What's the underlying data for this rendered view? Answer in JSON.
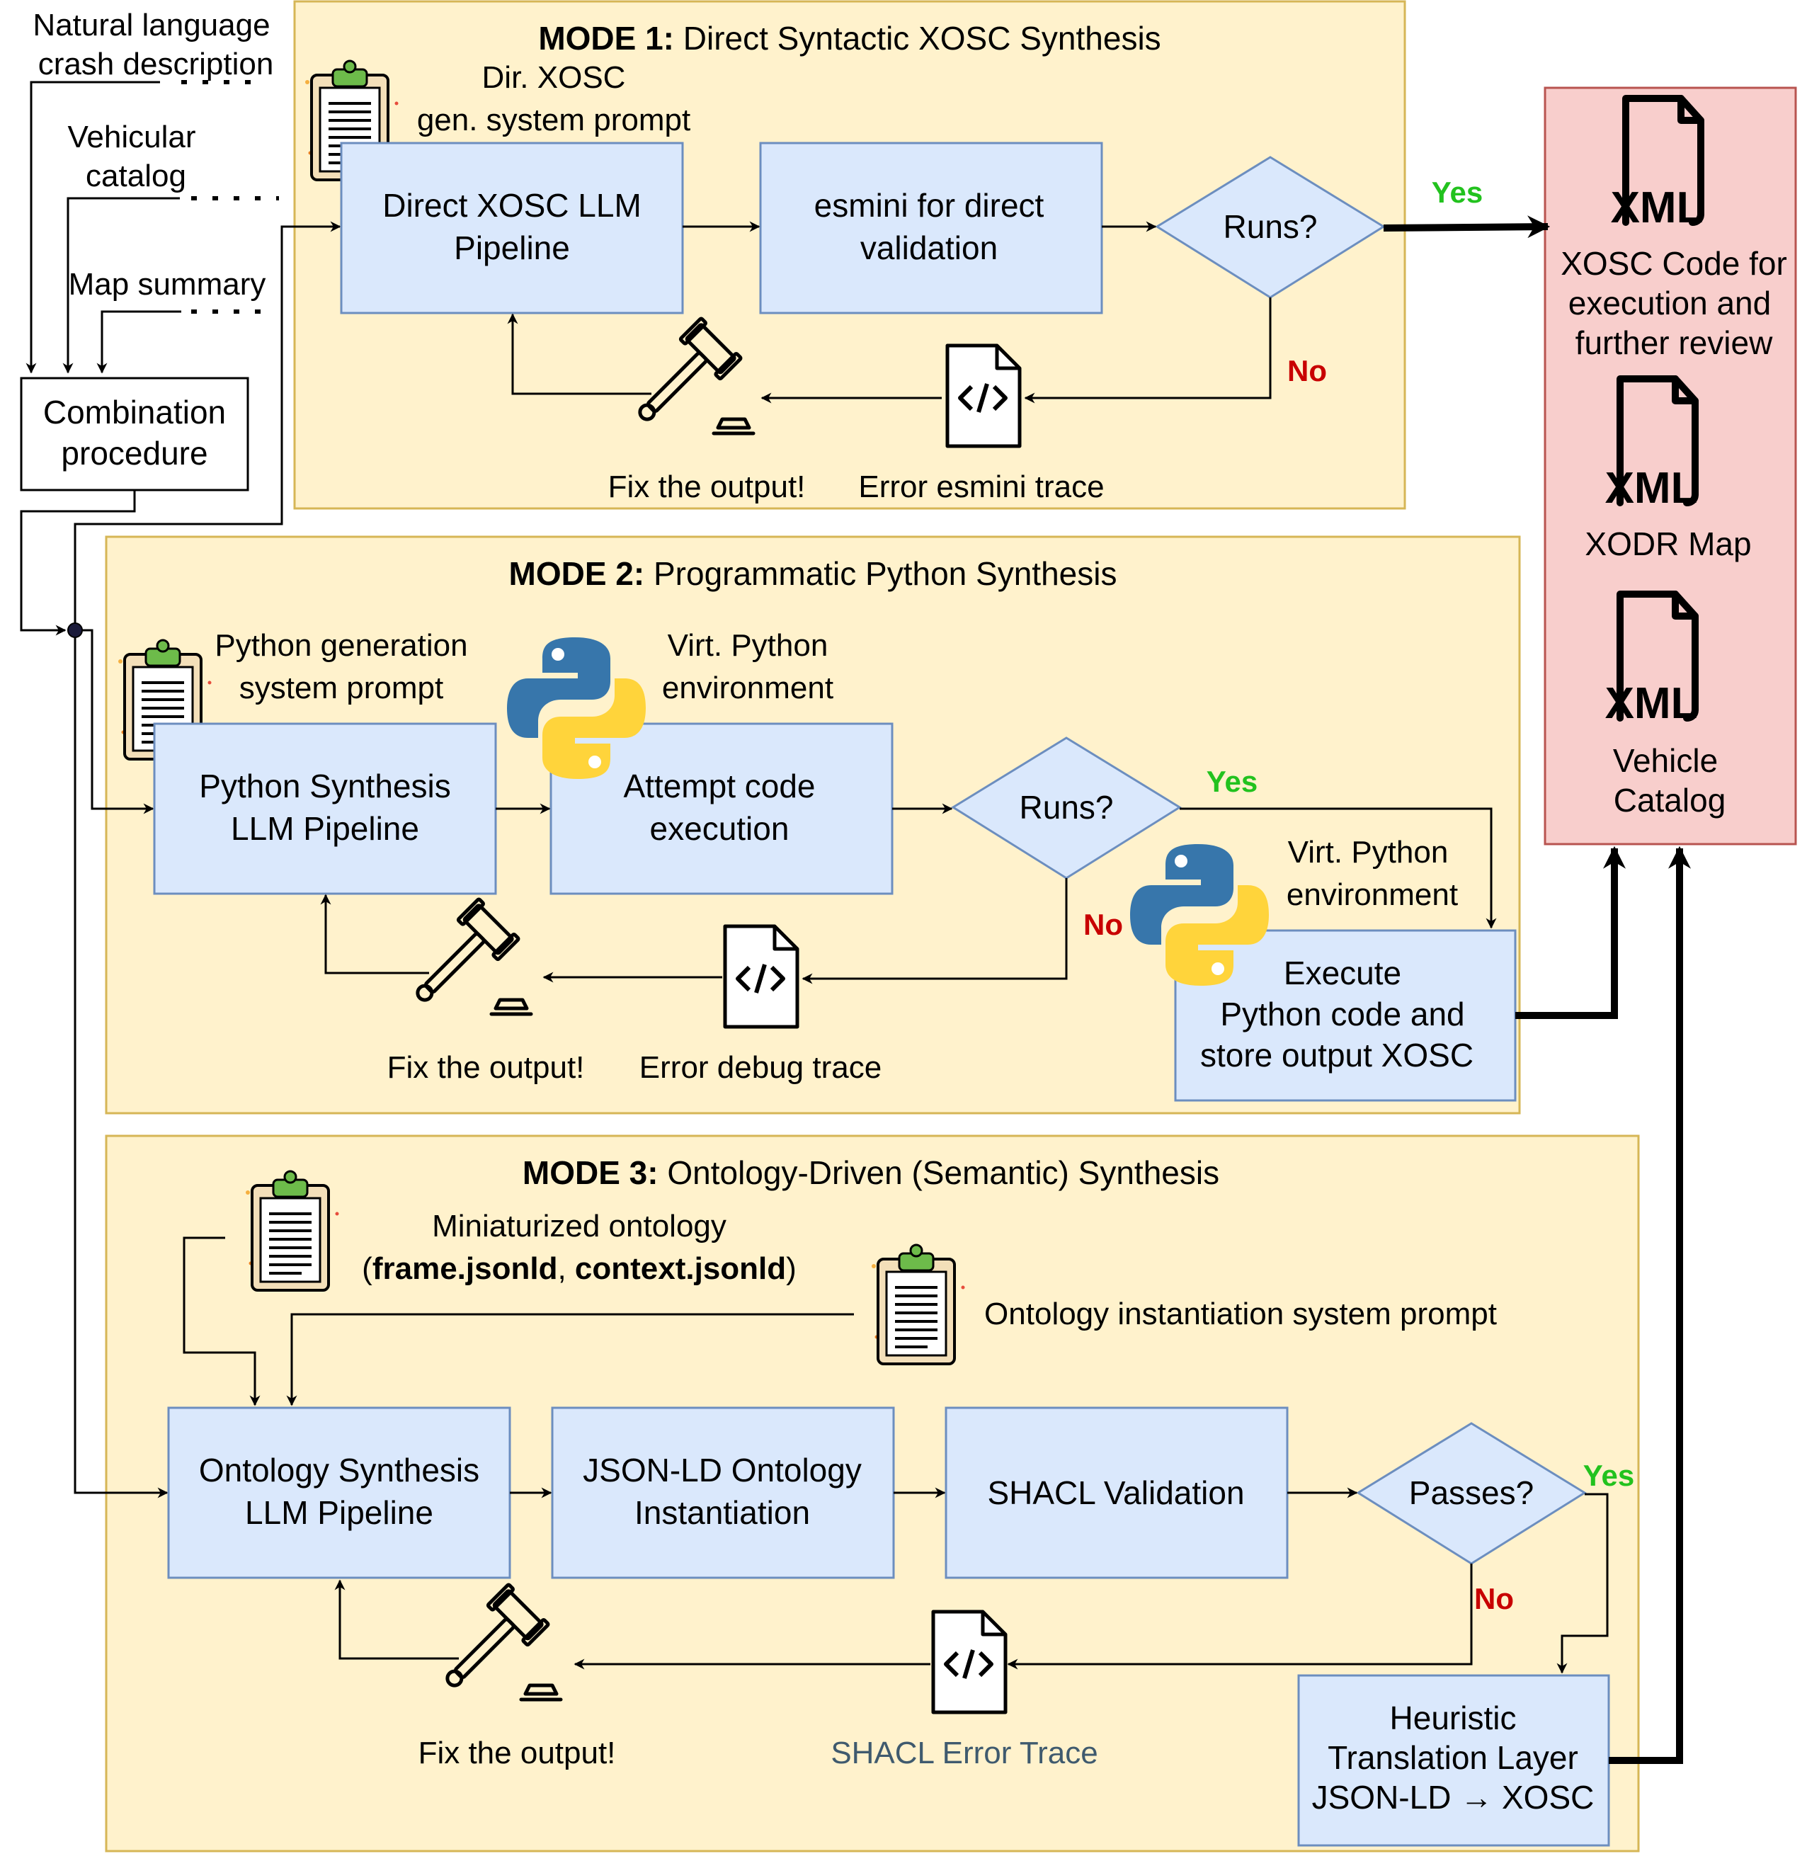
{
  "inputs": {
    "crash_description": [
      "Natural language",
      "crash description"
    ],
    "vehicular_catalog": [
      "Vehicular",
      "catalog"
    ],
    "map_summary": "Map summary",
    "combination_procedure": [
      "Combination",
      "procedure"
    ]
  },
  "mode1": {
    "title_bold": "MODE 1:",
    "title_rest": " Direct Syntactic XOSC Synthesis",
    "prompt_label": [
      "Dir. XOSC",
      "gen. system prompt"
    ],
    "pipeline": [
      "Direct XOSC LLM",
      "Pipeline"
    ],
    "validation": [
      "esmini for direct",
      "validation"
    ],
    "decision": "Runs?",
    "yes": "Yes",
    "no": "No",
    "fix_label": "Fix the output!",
    "error_label": "Error esmini trace"
  },
  "mode2": {
    "title_bold": "MODE 2:",
    "title_rest": " Programmatic Python Synthesis",
    "prompt_label": [
      "Python generation",
      "system prompt"
    ],
    "pipeline": [
      "Python Synthesis",
      "LLM Pipeline"
    ],
    "venv_label_1": [
      "Virt. Python",
      "environment"
    ],
    "attempt": [
      "Attempt code",
      "execution"
    ],
    "decision": "Runs?",
    "yes": "Yes",
    "no": "No",
    "venv_label_2": [
      "Virt. Python",
      "environment"
    ],
    "execute": [
      "Execute",
      "Python code and",
      "store output XOSC"
    ],
    "fix_label": "Fix the output!",
    "error_label": "Error debug trace"
  },
  "mode3": {
    "title_bold": "MODE 3:",
    "title_rest": " Ontology-Driven (Semantic) Synthesis",
    "ontology_label_1": "Miniaturized ontology",
    "ontology_label_2": {
      "open": "(",
      "frame": "frame.jsonld",
      "sep": ", ",
      "context": "context.jsonld",
      "close": ")"
    },
    "inst_prompt_label": "Ontology instantiation system prompt",
    "pipeline": [
      "Ontology Synthesis",
      "LLM Pipeline"
    ],
    "jsonld": [
      "JSON-LD Ontology",
      "Instantiation"
    ],
    "shacl": "SHACL Validation",
    "decision": "Passes?",
    "yes": "Yes",
    "no": "No",
    "heuristic": [
      "Heuristic",
      "Translation Layer",
      "JSON-LD → XOSC"
    ],
    "fix_label": "Fix the output!",
    "error_label": "SHACL Error Trace"
  },
  "outputs": {
    "xml_badge": "XML",
    "xosc": [
      "XOSC Code for",
      "execution and",
      "further review"
    ],
    "xodr": "XODR Map",
    "catalog": [
      "Vehicle",
      "Catalog"
    ]
  },
  "colors": {
    "mode_fill": "#fff2cc",
    "mode_stroke": "#d6b656",
    "box_fill": "#dae8fc",
    "box_stroke": "#6c8ebf",
    "output_fill": "#f8cecc",
    "output_stroke": "#b85450",
    "yes": "#22c21e",
    "no": "#c80000"
  },
  "icons": [
    "clipboard-icon",
    "gavel-icon",
    "code-file-icon",
    "python-logo-icon",
    "xml-file-icon"
  ]
}
